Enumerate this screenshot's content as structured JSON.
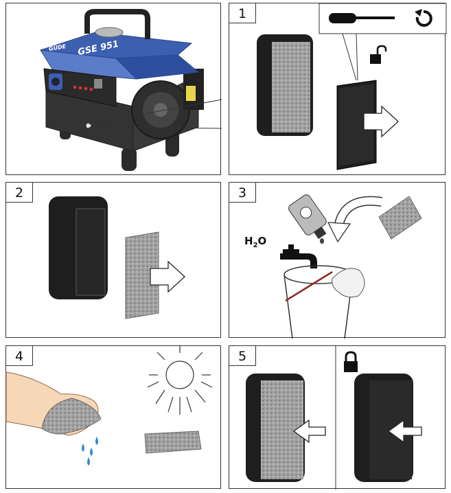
{
  "figure": {
    "model_label": "GSE 951",
    "brand_label": "GÜDE",
    "step_numbers": [
      "1",
      "2",
      "3",
      "4",
      "5"
    ],
    "water_formula": {
      "main": "H",
      "subscript": "2",
      "tail": "O"
    },
    "colors": {
      "generator_blue": "#3d5fb0",
      "generator_dark": "#2b2b2b",
      "sponge_gray": "#9a9a9a",
      "filter_black": "#1e1e1e",
      "water_drop": "#2f8ccf"
    },
    "icons": [
      "screwdriver-icon",
      "rotate-ccw-icon",
      "unlock-icon",
      "lock-icon",
      "sun-icon",
      "faucet-icon",
      "oil-bottle-icon",
      "bucket-icon",
      "hand-icon",
      "arrow-icon"
    ]
  }
}
